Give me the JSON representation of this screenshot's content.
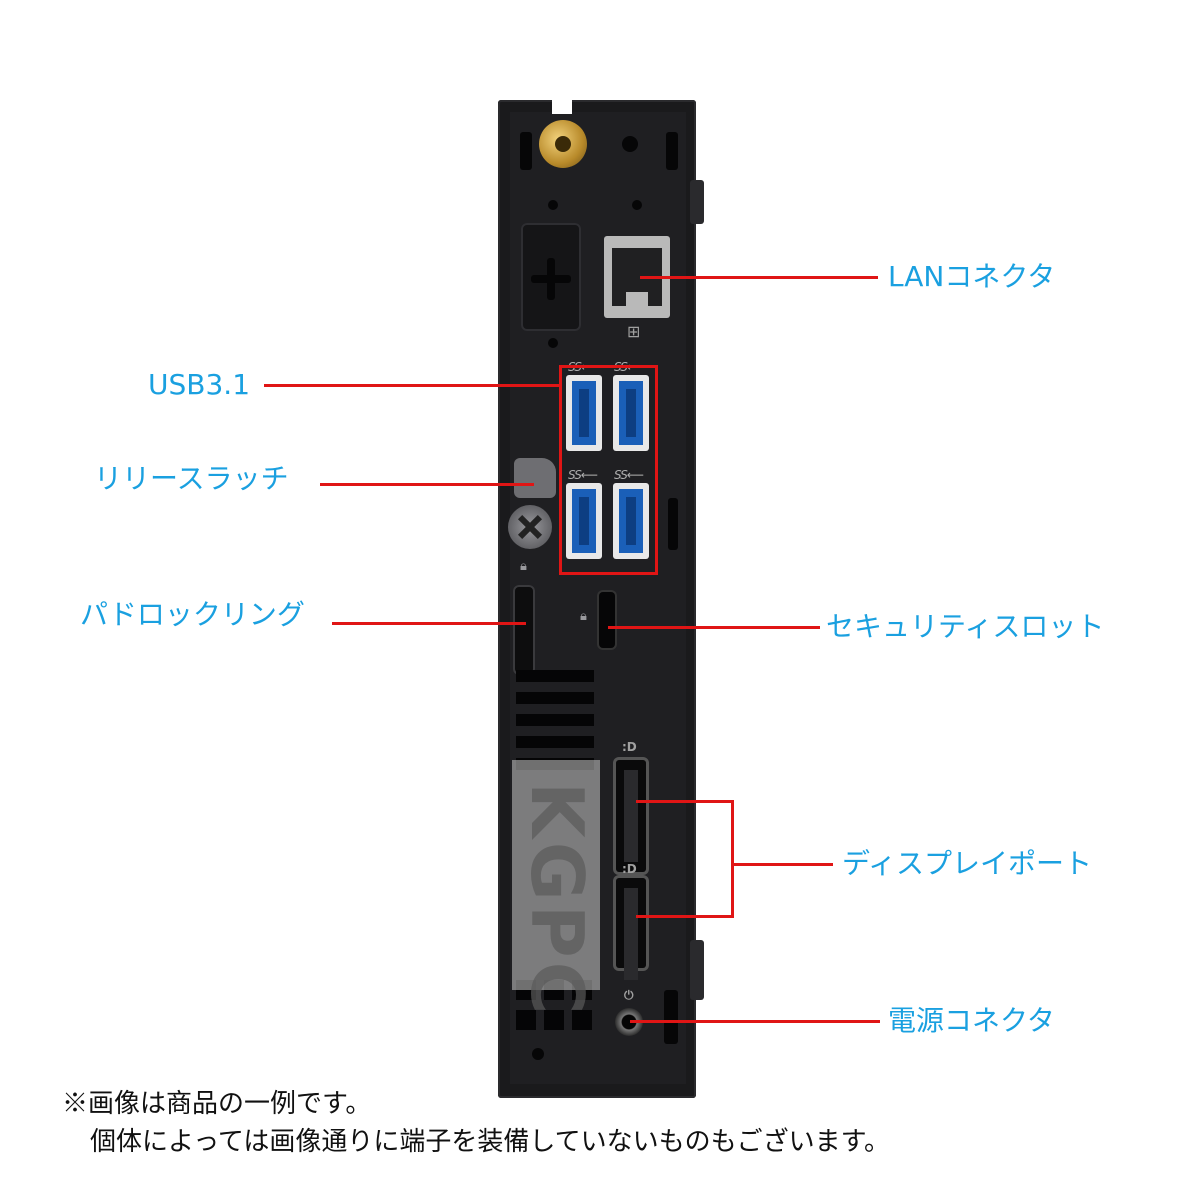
{
  "callouts": {
    "lan": "LANコネクタ",
    "usb": "USB3.1",
    "release_latch": "リリースラッチ",
    "padlock_ring": "パドロックリング",
    "security_slot": "セキュリティスロット",
    "display_port": "ディスプレイポート",
    "power": "電源コネクタ"
  },
  "notes": {
    "line1": "※画像は商品の一例です。",
    "line2": "個体によっては画像通りに端子を装備していないものもございます。"
  },
  "watermark": "KGPC",
  "colors": {
    "callout_line": "#e01515",
    "callout_text": "#1aa0e0",
    "note_text": "#111111",
    "chassis": "#1f1f22",
    "usb_blue": "#1a5fb8"
  },
  "icons": [
    "antenna-connector-icon",
    "ethernet-icon",
    "usb-superspeed-icon",
    "padlock-icon",
    "displayport-icon",
    "power-icon"
  ]
}
